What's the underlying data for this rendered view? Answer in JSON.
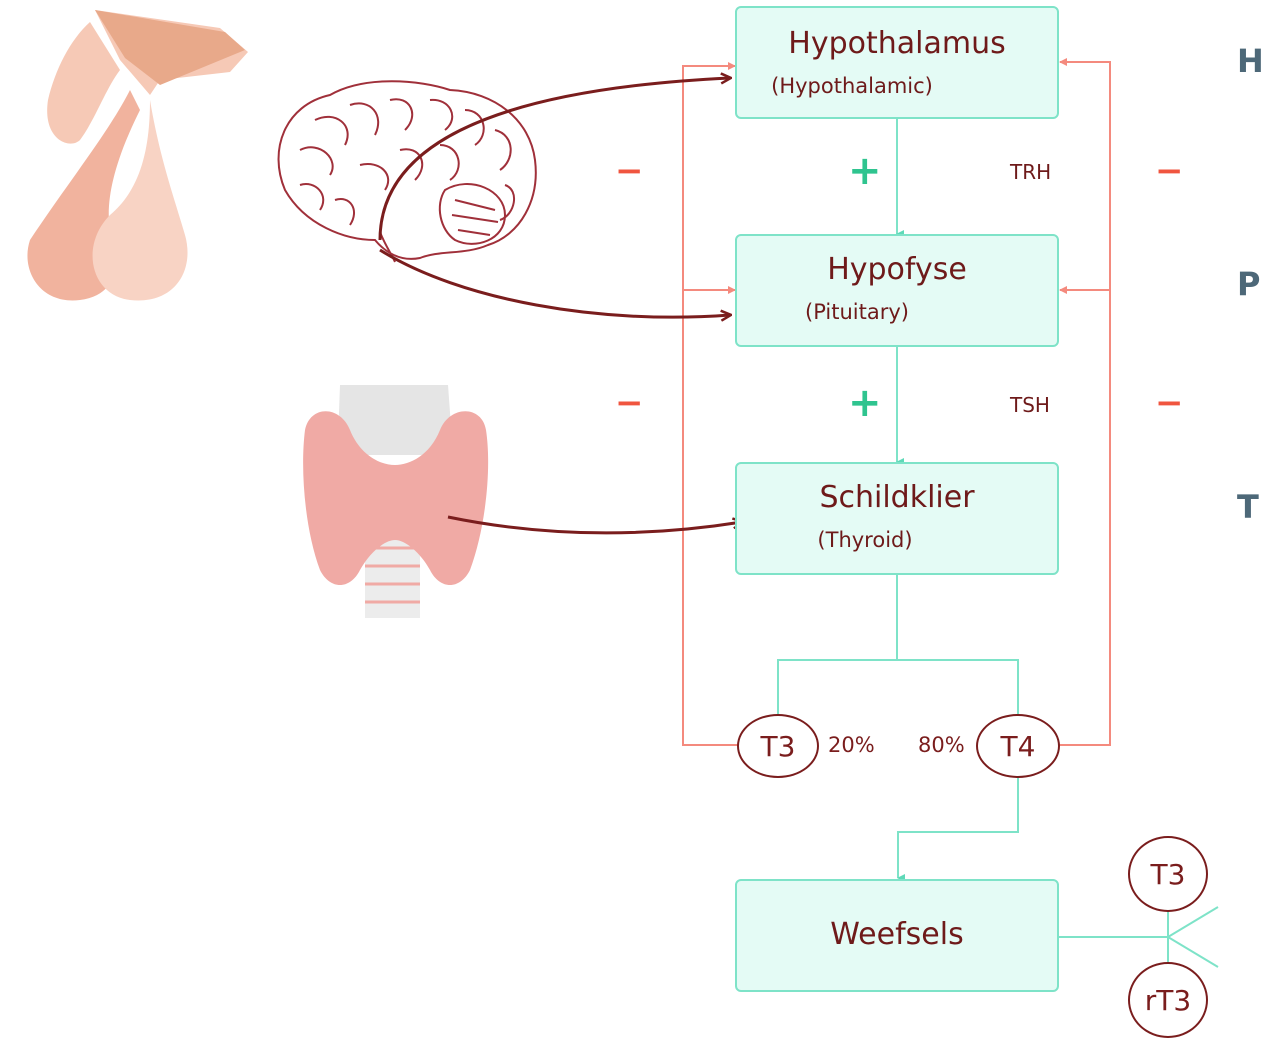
{
  "boxes": {
    "hypothalamus": {
      "title": "Hypothalamus",
      "sub": "(Hypothalamic)"
    },
    "hypofyse": {
      "title": "Hypofyse",
      "sub": "(Pituitary)"
    },
    "schildklier": {
      "title": "Schildklier",
      "sub": "(Thyroid)"
    },
    "weefsels": {
      "title": "Weefsels"
    }
  },
  "signs": {
    "minus": "−",
    "plus": "+"
  },
  "hormones": {
    "trh": "TRH",
    "tsh": "TSH"
  },
  "circles": {
    "t3": "T3",
    "t4": "T4",
    "t3_out": "T3",
    "rt3_out": "rT3"
  },
  "percentages": {
    "t3": "20%",
    "t4": "80%"
  },
  "edge_letters": [
    "H",
    "P",
    "T"
  ],
  "colors": {
    "box_fill": "#e4fbf5",
    "box_border": "#7ee3c8",
    "feedback_line": "#f48a7e",
    "flow_line": "#7ee3c8",
    "arrow": "#7a1d1d",
    "minus": "#f0553f",
    "plus": "#2fc48f"
  },
  "icons": [
    "pituitary-icon",
    "brain-icon",
    "thyroid-icon"
  ]
}
